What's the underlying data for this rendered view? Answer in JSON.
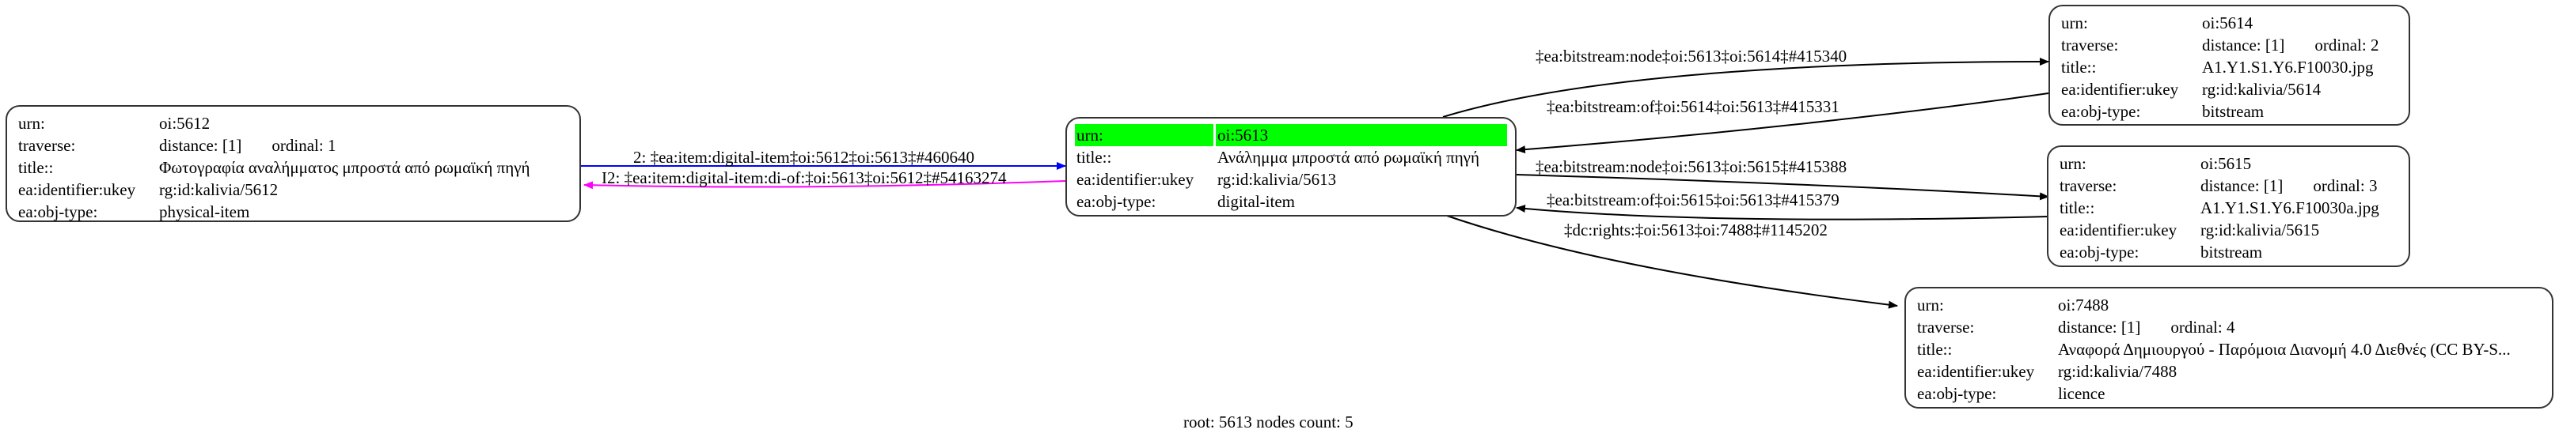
{
  "nodes": {
    "n5612": {
      "urn_label": "urn:",
      "urn": "oi:5612",
      "traverse_label": "traverse:",
      "distance": "distance: [1]",
      "ordinal": "ordinal: 1",
      "title_label": "title::",
      "title": "Φωτογραφία αναλήμματος μπροστά από ρωμαϊκή πηγή",
      "ukey_label": "ea:identifier:ukey",
      "ukey": "rg:id:kalivia/5612",
      "type_label": "ea:obj-type:",
      "type": "physical-item"
    },
    "n5613": {
      "urn_label": "urn:",
      "urn": "oi:5613",
      "title_label": "title::",
      "title": "Ανάλημμα μπροστά από ρωμαϊκή πηγή",
      "ukey_label": "ea:identifier:ukey",
      "ukey": "rg:id:kalivia/5613",
      "type_label": "ea:obj-type:",
      "type": "digital-item",
      "highlight_color": "#00ff00"
    },
    "n5614": {
      "urn_label": "urn:",
      "urn": "oi:5614",
      "traverse_label": "traverse:",
      "distance": "distance: [1]",
      "ordinal": "ordinal: 2",
      "title_label": "title::",
      "title": "A1.Y1.S1.Y6.F10030.jpg",
      "ukey_label": "ea:identifier:ukey",
      "ukey": "rg:id:kalivia/5614",
      "type_label": "ea:obj-type:",
      "type": "bitstream"
    },
    "n5615": {
      "urn_label": "urn:",
      "urn": "oi:5615",
      "traverse_label": "traverse:",
      "distance": "distance: [1]",
      "ordinal": "ordinal: 3",
      "title_label": "title::",
      "title": "A1.Y1.S1.Y6.F10030a.jpg",
      "ukey_label": "ea:identifier:ukey",
      "ukey": "rg:id:kalivia/5615",
      "type_label": "ea:obj-type:",
      "type": "bitstream"
    },
    "n7488": {
      "urn_label": "urn:",
      "urn": "oi:7488",
      "traverse_label": "traverse:",
      "distance": "distance: [1]",
      "ordinal": "ordinal: 4",
      "title_label": "title::",
      "title": "Αναφορά Δημιουργού - Παρόμοια Διανομή 4.0 Διεθνές (CC BY-S...",
      "ukey_label": "ea:identifier:ukey",
      "ukey": "rg:id:kalivia/7488",
      "type_label": "ea:obj-type:",
      "type": "licence"
    }
  },
  "edges": {
    "e1": {
      "label": "2: ‡ea:item:digital-item‡oi:5612‡oi:5613‡#460640",
      "color": "#0000ff"
    },
    "e2": {
      "label": "I2: ‡ea:item:digital-item:di-of:‡oi:5613‡oi:5612‡#54163274",
      "color": "#ff00ff"
    },
    "e3": {
      "label": "‡ea:bitstream:node‡oi:5613‡oi:5614‡#415340",
      "color": "#000000"
    },
    "e4": {
      "label": "‡ea:bitstream:of‡oi:5614‡oi:5613‡#415331",
      "color": "#000000"
    },
    "e5": {
      "label": "‡ea:bitstream:node‡oi:5613‡oi:5615‡#415388",
      "color": "#000000"
    },
    "e6": {
      "label": "‡ea:bitstream:of‡oi:5615‡oi:5613‡#415379",
      "color": "#000000"
    },
    "e7": {
      "label": "‡dc:rights:‡oi:5613‡oi:7488‡#1145202",
      "color": "#000000"
    }
  },
  "footer": "root: 5613 nodes count: 5"
}
